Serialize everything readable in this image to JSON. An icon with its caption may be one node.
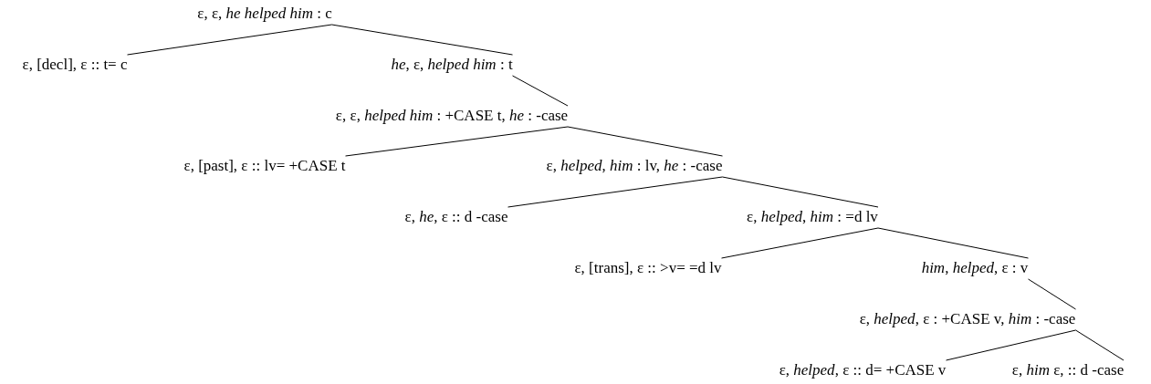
{
  "diagram": {
    "nodes": [
      {
        "text": [
          "ε, ε, *he helped him* : c"
        ]
      },
      {
        "text": [
          "ε, [decl], ε :: t= c"
        ]
      },
      {
        "text": [
          "*he*, ε, *helped him* : t"
        ]
      },
      {
        "text": [
          "ε, ε, *helped him* : +CASE t, *he* : -case"
        ]
      },
      {
        "text": [
          "ε, [past], ε :: lv= +CASE t"
        ]
      },
      {
        "text": [
          "ε, *helped*, *him* : lv, *he* : -case"
        ]
      },
      {
        "text": [
          "ε, *he*, ε :: d -case"
        ]
      },
      {
        "text": [
          "ε, *helped*, *him* : =d lv"
        ]
      },
      {
        "text": [
          "ε, [trans], ε :: >v= =d lv"
        ]
      },
      {
        "text": [
          "*him*, *helped*, ε : v"
        ]
      },
      {
        "text": [
          "ε, *helped*, ε : +CASE v, *him* : -case"
        ]
      },
      {
        "text": [
          "ε, *helped*, ε :: d= +CASE v"
        ]
      },
      {
        "text": [
          "ε, *him* ε, :: d -case"
        ]
      }
    ],
    "edges": [
      {
        "from": 0,
        "to": 1,
        "arrow": "none"
      },
      {
        "from": 0,
        "to": 2,
        "arrow": "none"
      },
      {
        "from": 2,
        "to": 3,
        "arrow": "none"
      },
      {
        "from": 3,
        "to": 4,
        "arrow": "none"
      },
      {
        "from": 3,
        "to": 5,
        "arrow": "none"
      },
      {
        "from": 5,
        "to": 6,
        "arrow": "none"
      },
      {
        "from": 5,
        "to": 7,
        "arrow": "none"
      },
      {
        "from": 7,
        "to": 8,
        "arrow": "none"
      },
      {
        "from": 7,
        "to": 9,
        "arrow": "none"
      },
      {
        "from": 9,
        "to": 10,
        "arrow": "none"
      },
      {
        "from": 10,
        "to": 11,
        "arrow": "none"
      },
      {
        "from": 10,
        "to": 12,
        "arrow": "none"
      }
    ]
  }
}
